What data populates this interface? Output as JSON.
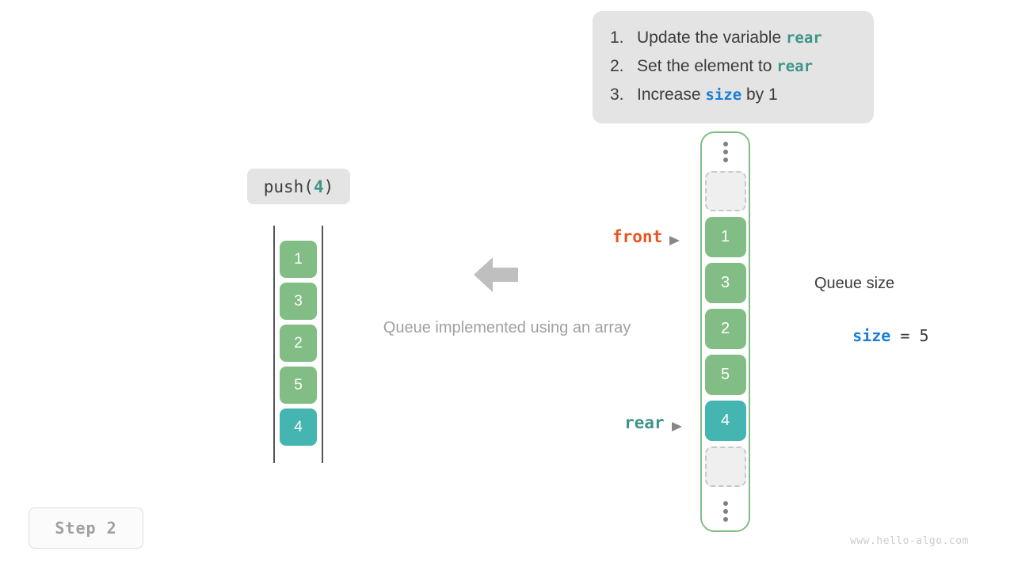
{
  "instructions": {
    "steps": [
      {
        "num": "1.",
        "pre": "Update the variable ",
        "code": "rear",
        "code_color": "teal",
        "post": ""
      },
      {
        "num": "2.",
        "pre": "Set the element to ",
        "code": "rear",
        "code_color": "teal",
        "post": ""
      },
      {
        "num": "3.",
        "pre": "Increase ",
        "code": "size",
        "code_color": "blue",
        "post": " by 1"
      }
    ]
  },
  "operation": {
    "label_prefix": "push(",
    "label_arg": "4",
    "label_suffix": ")"
  },
  "left_array": {
    "cells": [
      {
        "value": "1",
        "color": "green"
      },
      {
        "value": "3",
        "color": "green"
      },
      {
        "value": "2",
        "color": "green"
      },
      {
        "value": "5",
        "color": "green"
      },
      {
        "value": "4",
        "color": "teal"
      }
    ]
  },
  "center": {
    "caption": "Queue implemented using an array",
    "arrow_icon": "arrow-left-icon",
    "arrow_color": "#bfbfbf"
  },
  "queue": {
    "top_ellipsis": "vertical-ellipsis-icon",
    "bottom_ellipsis": "vertical-ellipsis-icon",
    "cells": [
      {
        "value": "",
        "color": "empty"
      },
      {
        "value": "1",
        "color": "green"
      },
      {
        "value": "3",
        "color": "green"
      },
      {
        "value": "2",
        "color": "green"
      },
      {
        "value": "5",
        "color": "green"
      },
      {
        "value": "4",
        "color": "teal"
      },
      {
        "value": "",
        "color": "empty"
      }
    ],
    "border_color": "#82bd85"
  },
  "pointers": {
    "front": {
      "label": "front",
      "color": "#e8551e"
    },
    "rear": {
      "label": "rear",
      "color": "#3d9488"
    }
  },
  "size_readout": {
    "title": "Queue size",
    "var_name": "size",
    "equals": " = ",
    "value": "5"
  },
  "step_badge": {
    "label": "Step 2"
  },
  "watermark": {
    "text": "www.hello-algo.com"
  },
  "colors": {
    "green": "#82bd85",
    "teal": "#44b5b0",
    "blue": "#1a7fd4",
    "orange": "#e8551e",
    "box_bg": "#e4e4e4",
    "empty_fill": "#efefef",
    "empty_border": "#c8c8c8"
  }
}
